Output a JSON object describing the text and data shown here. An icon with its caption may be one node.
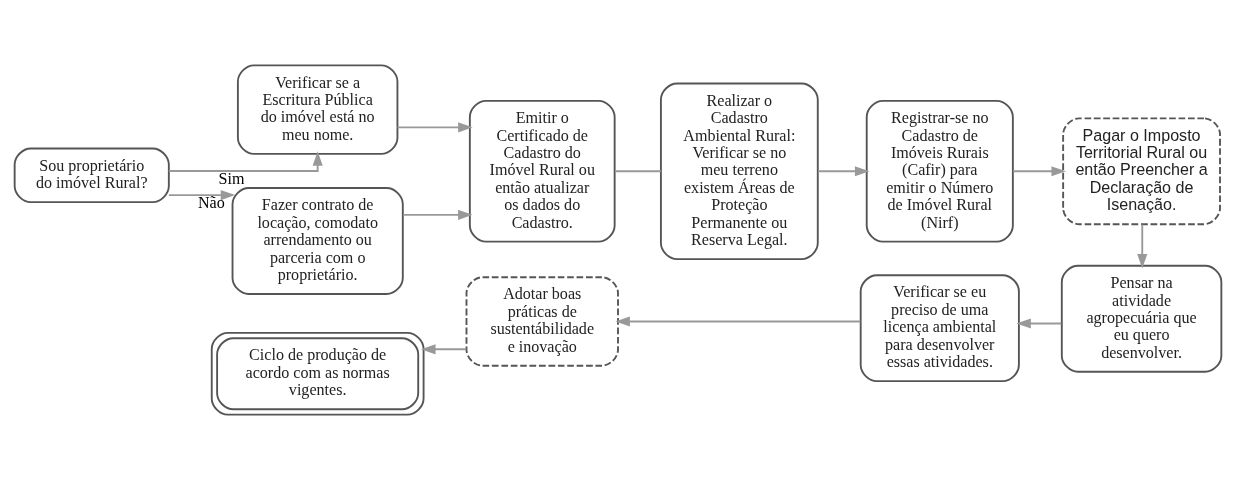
{
  "diagram": {
    "nodes": [
      {
        "text": [
          "Sou proprietário do imóvel Rural?"
        ]
      },
      {
        "text": [
          "Verificar se a Escritura Pública do imóvel está no meu nome."
        ]
      },
      {
        "text": [
          "Fazer contrato de locação, comodato arrendamento ou parceria com o proprietário."
        ]
      },
      {
        "text": [
          "Emitir o Certificado de Cadastro do Imóvel Rural ou então atualizar os dados do Cadastro."
        ]
      },
      {
        "text": [
          "Realizar o Cadastro Ambiental Rural: Verificar se no meu terreno existem Áreas de Proteção Permanente ou Reserva Legal."
        ]
      },
      {
        "text": [
          "Registrar-se no Cadastro de Imóveis Rurais (Cafir) para emitir o Número de Imóvel Rural (Nirf)"
        ]
      },
      {
        "text": [
          "Pagar o Imposto Territorial Rural ou então Preencher a  Declaração de Isenação."
        ]
      },
      {
        "text": [
          "Pensar na atividade agropecuária que eu quero desenvolver."
        ]
      },
      {
        "text": [
          "Verificar se eu preciso de uma licença ambiental para desenvolver essas atividades."
        ]
      },
      {
        "text": [
          "Adotar boas práticas de sustentábilidade e inovação"
        ]
      },
      {
        "text": [
          "Ciclo de produção de acordo com as normas vigentes."
        ]
      }
    ],
    "edges": [
      {
        "from": 0,
        "to": 1,
        "arrow": "to",
        "label": "Sim"
      },
      {
        "from": 0,
        "to": 2,
        "arrow": "to",
        "label": "Não"
      },
      {
        "from": 1,
        "to": 3,
        "arrow": "to"
      },
      {
        "from": 2,
        "to": 3,
        "arrow": "to"
      },
      {
        "from": 3,
        "to": 4,
        "arrow": "none"
      },
      {
        "from": 4,
        "to": 5,
        "arrow": "to"
      },
      {
        "from": 5,
        "to": 6,
        "arrow": "to"
      },
      {
        "from": 6,
        "to": 7,
        "arrow": "to"
      },
      {
        "from": 7,
        "to": 8,
        "arrow": "to"
      },
      {
        "from": 8,
        "to": 9,
        "arrow": "to"
      },
      {
        "from": 9,
        "to": 10,
        "arrow": "to"
      }
    ]
  }
}
